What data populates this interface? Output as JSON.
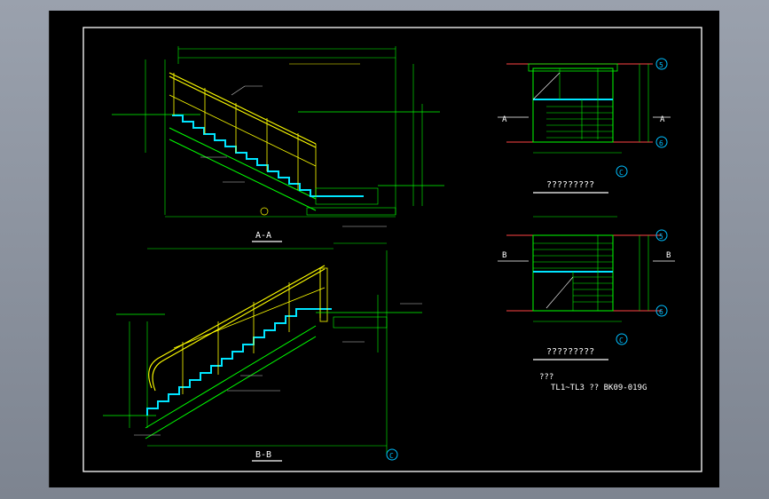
{
  "section_labels": {
    "aa": "A-A",
    "bb": "B-B"
  },
  "plan_titles": {
    "first": "?????????",
    "second": "?????????"
  },
  "note": {
    "heading": "???",
    "body": "TL1~TL3 ?? BK09-019G"
  },
  "grid_marks": {
    "c": "C",
    "five": "5",
    "six": "6",
    "a": "A",
    "b": "B"
  },
  "colors": {
    "background": "#000000",
    "line": "#00ff00",
    "stair": "#00e5ff",
    "accent": "#ffff00",
    "dim": "#c8c8c8",
    "grid": "#ff4444",
    "grid_bubble": "#00bfff"
  }
}
